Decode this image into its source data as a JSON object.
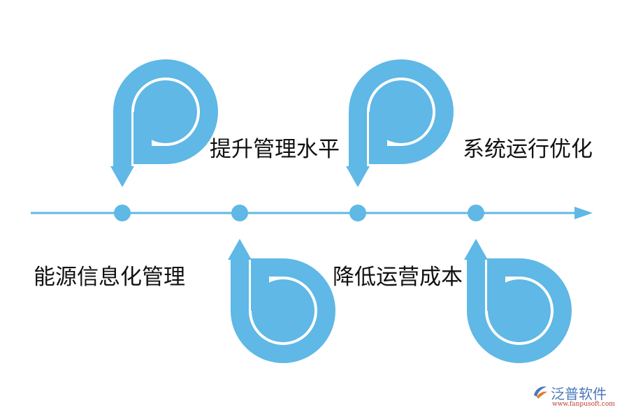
{
  "colors": {
    "accent": "#5fb8e6",
    "text": "#111111",
    "logo_blue": "#4a78b8",
    "logo_red": "#c0392b"
  },
  "steps": [
    {
      "label": "能源信息化管理",
      "symbol": "p-loop-down-arrow"
    },
    {
      "label": "提升管理水平",
      "symbol": "b-loop-up-arrow"
    },
    {
      "label": "降低运营成本",
      "symbol": "p-loop-down-arrow"
    },
    {
      "label": "系统运行优化",
      "symbol": "b-loop-up-arrow"
    }
  ],
  "logo": {
    "name": "泛普软件",
    "url": "www.fanpusoft.com"
  }
}
